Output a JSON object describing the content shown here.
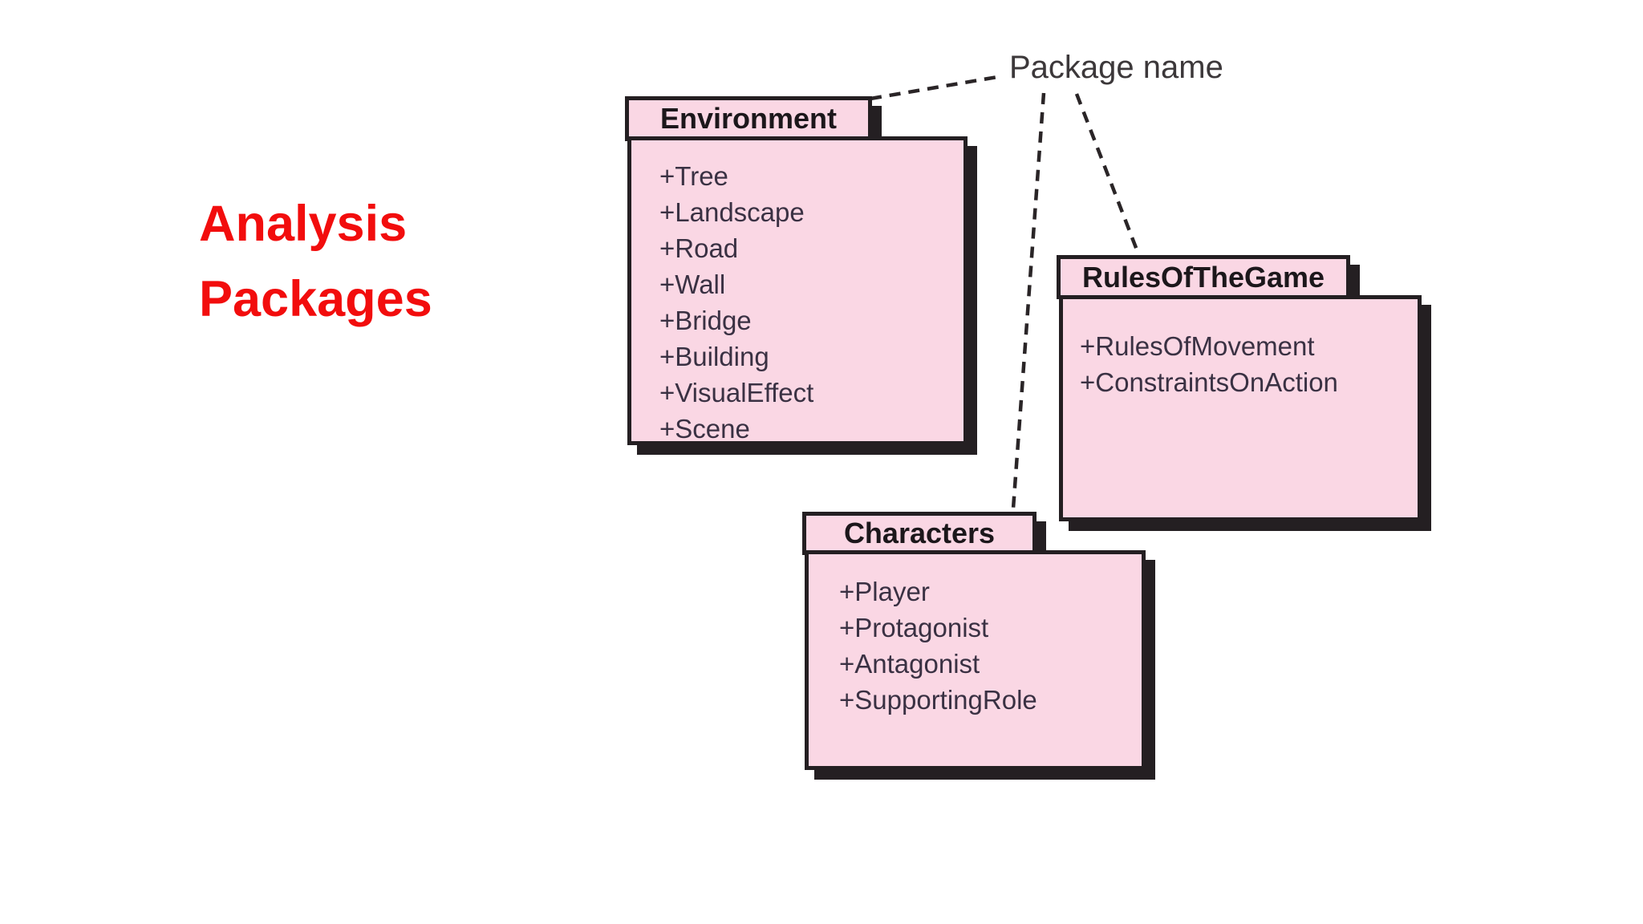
{
  "slide": {
    "heading": {
      "line1": "Analysis",
      "line2": "Packages"
    },
    "annotation_label": "Package name"
  },
  "packages": [
    {
      "name": "Environment",
      "items": [
        "+Tree",
        "+Landscape",
        "+Road",
        "+Wall",
        "+Bridge",
        "+Building",
        "+VisualEffect",
        "+Scene"
      ]
    },
    {
      "name": "RulesOfTheGame",
      "items": [
        "+RulesOfMovement",
        "+ConstraintsOnAction"
      ]
    },
    {
      "name": "Characters",
      "items": [
        "+Player",
        "+Protagonist",
        "+Antagonist",
        "+SupportingRole"
      ]
    }
  ],
  "colors": {
    "package_fill": "#fad7e4",
    "package_border": "#241f22",
    "heading_red": "#f20d0d",
    "item_text": "#3a3143",
    "annotation_text": "#3c383a"
  }
}
